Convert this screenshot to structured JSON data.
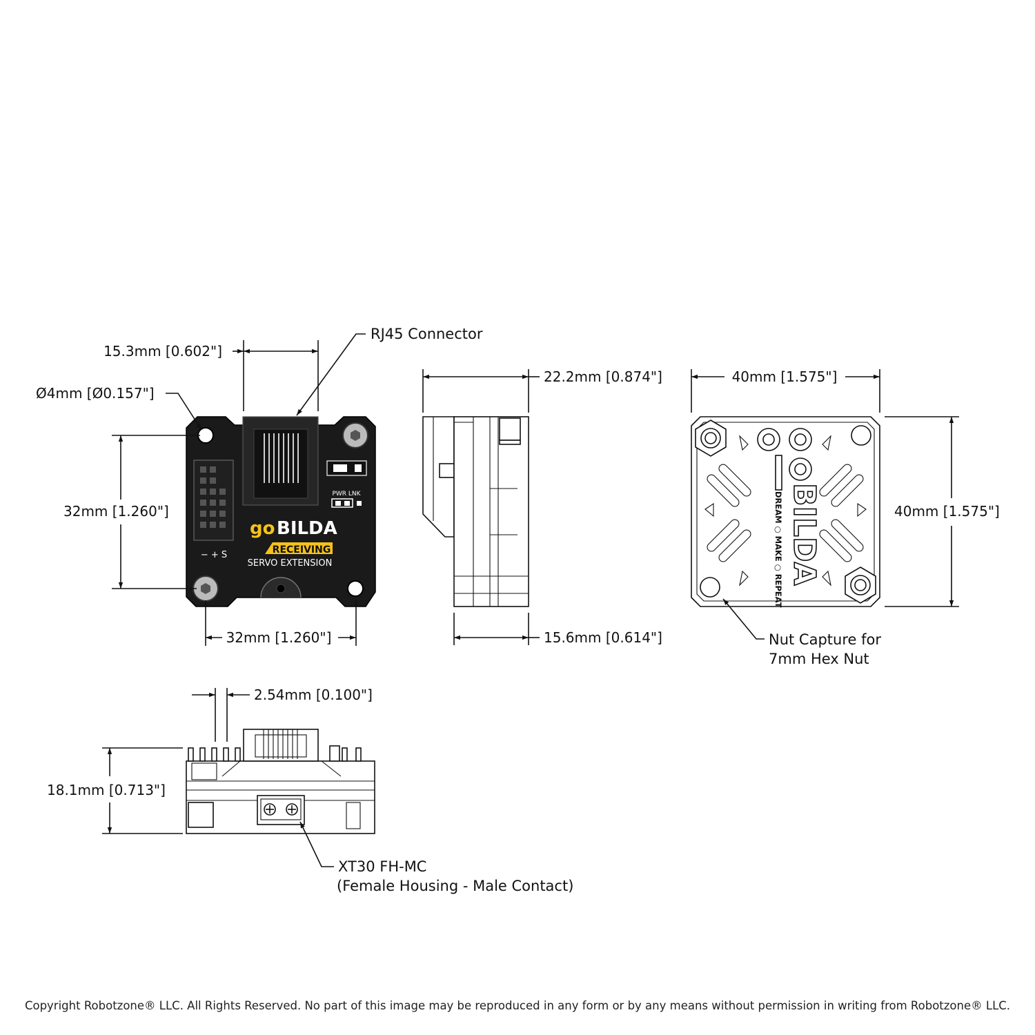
{
  "colors": {
    "accent": "#f6c21a",
    "board": "#1a1a1a",
    "line": "#111111"
  },
  "front_view": {
    "brand_logo": "goBILDA",
    "brand_go": "go",
    "brand_bilda": "BILDA",
    "ribbon": "RECEIVING",
    "subtitle": "SERVO EXTENSION",
    "pin_labels": "− + S",
    "led_label": "PWR LNK",
    "dim_rj45_width": "15.3mm [0.602\"]",
    "dim_hole_dia": "Ø4mm [Ø0.157\"]",
    "dim_hole_spacing_v": "32mm [1.260\"]",
    "dim_hole_spacing_h": "32mm [1.260\"]",
    "callout_rj45": "RJ45 Connector"
  },
  "side_view": {
    "dim_depth_top": "22.2mm [0.874\"]",
    "dim_depth_bottom": "15.6mm [0.614\"]"
  },
  "back_view": {
    "logo_text": "goBILDA",
    "tagline": "DREAM ○ MAKE ○ REPEAT",
    "dim_width": "40mm [1.575\"]",
    "dim_height": "40mm [1.575\"]",
    "callout_nut_line1": "Nut Capture for",
    "callout_nut_line2": "7mm Hex Nut"
  },
  "bottom_view": {
    "dim_pin_pitch": "2.54mm [0.100\"]",
    "dim_height": "18.1mm [0.713\"]",
    "callout_xt30_line1": "XT30 FH-MC",
    "callout_xt30_line2": "(Female Housing - Male Contact)"
  },
  "copyright": "Copyright Robotzone® LLC.  All Rights Reserved. No part of this image may be reproduced in any form or by any means without permission in writing from Robotzone® LLC."
}
